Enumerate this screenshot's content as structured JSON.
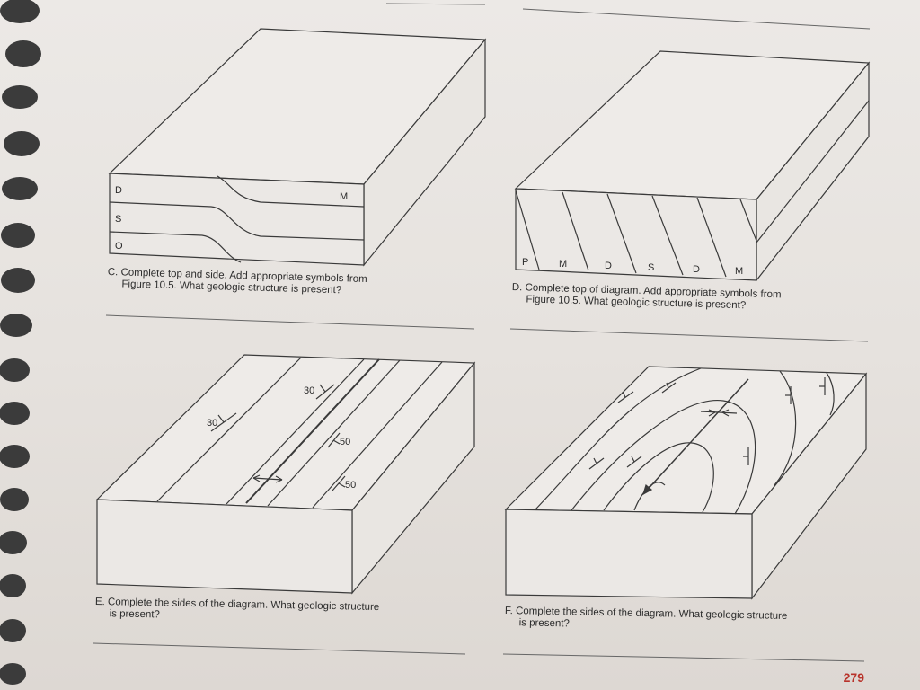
{
  "page_number": "279",
  "figures": {
    "C": {
      "caption_line1": "C. Complete top and side. Add appropriate symbols from",
      "caption_line2": "Figure 10.5. What geologic structure is present?",
      "labels": {
        "D": "D",
        "S": "S",
        "O": "O",
        "M": "M"
      }
    },
    "D": {
      "caption_line1": "D. Complete top of diagram. Add appropriate symbols from",
      "caption_line2": "Figure 10.5. What geologic structure is present?",
      "labels": [
        "P",
        "M",
        "D",
        "S",
        "D",
        "M"
      ]
    },
    "E": {
      "caption_line1": "E. Complete the sides of the diagram. What geologic structure",
      "caption_line2": "is present?",
      "dips": [
        "30",
        "30",
        "50",
        "50"
      ]
    },
    "F": {
      "caption_line1": "F. Complete the sides of the diagram. What geologic structure",
      "caption_line2": "is present?"
    }
  },
  "colors": {
    "ink": "#3a3a3a",
    "page_number": "#b8322a",
    "binding_hole": "#3b3b3b"
  }
}
